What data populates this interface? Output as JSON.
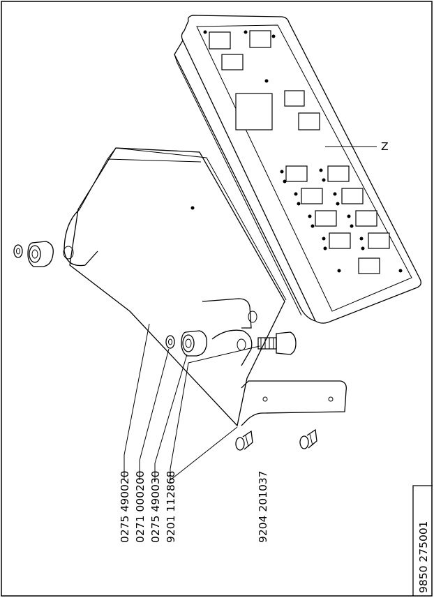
{
  "drawing": {
    "part_numbers": [
      "0275 490020",
      "0271 000200",
      "0275 490030",
      "9201 112868",
      "9204 201037"
    ],
    "detail_letter": "Z",
    "drawing_number": "9850 275001"
  }
}
